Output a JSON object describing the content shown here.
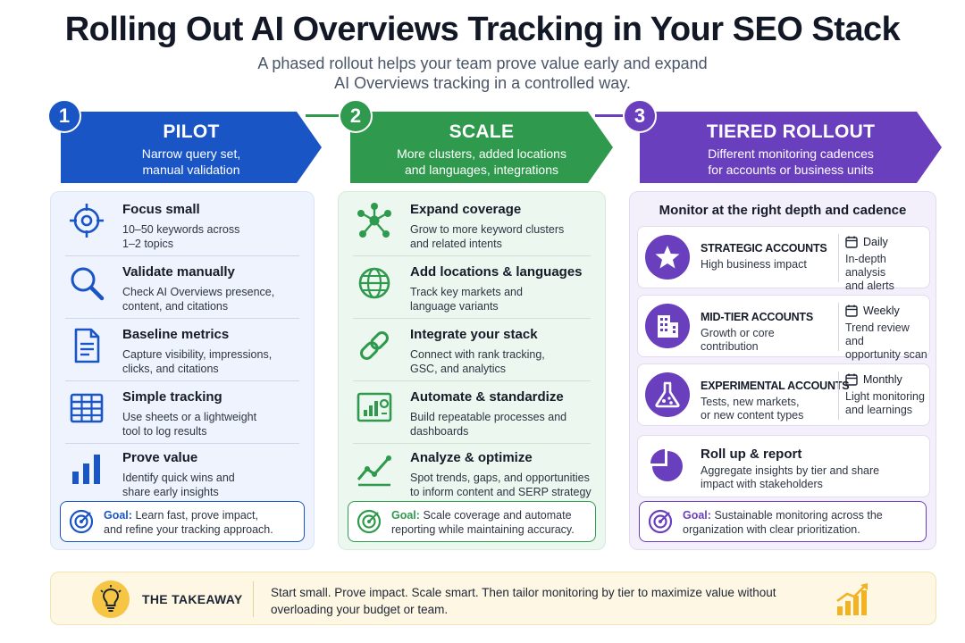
{
  "header": {
    "title": "Rolling Out AI Overviews Tracking in Your SEO Stack",
    "subtitle_lines": [
      "A phased rollout helps your team prove value early and expand",
      "AI Overviews tracking in a controlled way."
    ]
  },
  "colors": {
    "pilot": "#1a55c6",
    "scale": "#2f9a4d",
    "tiered": "#6a3fbe",
    "takeaway_bg": "#fdf7e4",
    "takeaway_accent": "#f6c544"
  },
  "phases": [
    {
      "number": "1",
      "title": "PILOT",
      "subtitle_lines": [
        "Narrow query set,",
        "manual validation"
      ],
      "items": [
        {
          "icon": "target-icon",
          "title": "Focus small",
          "text_lines": [
            "10–50 keywords across",
            "1–2 topics"
          ]
        },
        {
          "icon": "magnifier-icon",
          "title": "Validate manually",
          "text_lines": [
            "Check AI Overviews presence,",
            "content, and citations"
          ]
        },
        {
          "icon": "document-icon",
          "title": "Baseline metrics",
          "text_lines": [
            "Capture visibility, impressions,",
            "clicks, and citations"
          ]
        },
        {
          "icon": "grid-table-icon",
          "title": "Simple tracking",
          "text_lines": [
            "Use sheets or a lightweight",
            "tool to log results"
          ]
        },
        {
          "icon": "bar-chart-icon",
          "title": "Prove value",
          "text_lines": [
            "Identify quick wins and",
            "share early insights"
          ]
        }
      ],
      "goal": {
        "label": "Goal:",
        "text_lines": [
          "Learn fast, prove impact,",
          "and refine your tracking approach."
        ]
      }
    },
    {
      "number": "2",
      "title": "SCALE",
      "subtitle_lines": [
        "More clusters, added locations",
        "and languages, integrations"
      ],
      "items": [
        {
          "icon": "network-icon",
          "title": "Expand coverage",
          "text_lines": [
            "Grow to more keyword clusters",
            "and related intents"
          ]
        },
        {
          "icon": "globe-icon",
          "title": "Add locations & languages",
          "text_lines": [
            "Track key markets and",
            "language variants"
          ]
        },
        {
          "icon": "link-icon",
          "title": "Integrate your stack",
          "text_lines": [
            "Connect with rank tracking,",
            "GSC, and analytics"
          ]
        },
        {
          "icon": "dashboard-icon",
          "title": "Automate & standardize",
          "text_lines": [
            "Build repeatable processes and",
            "dashboards"
          ]
        },
        {
          "icon": "trend-line-icon",
          "title": "Analyze & optimize",
          "text_lines": [
            "Spot trends, gaps, and opportunities",
            "to inform content and SERP strategy"
          ]
        }
      ],
      "goal": {
        "label": "Goal:",
        "text_lines": [
          "Scale coverage and automate",
          "reporting while maintaining accuracy."
        ]
      }
    },
    {
      "number": "3",
      "title": "TIERED ROLLOUT",
      "subtitle_lines": [
        "Different monitoring cadences",
        "for accounts or business units"
      ],
      "heading": "Monitor at the right depth and cadence",
      "tiers": [
        {
          "icon": "star-icon",
          "name": "STRATEGIC ACCOUNTS",
          "desc_lines": [
            "High business impact"
          ],
          "frequency": "Daily",
          "note_lines": [
            "In-depth analysis",
            "and alerts"
          ]
        },
        {
          "icon": "building-icon",
          "name": "MID-TIER ACCOUNTS",
          "desc_lines": [
            "Growth or core",
            "contribution"
          ],
          "frequency": "Weekly",
          "note_lines": [
            "Trend review and",
            "opportunity scan"
          ]
        },
        {
          "icon": "flask-icon",
          "name": "EXPERIMENTAL ACCOUNTS",
          "desc_lines": [
            "Tests, new markets,",
            "or new content types"
          ],
          "frequency": "Monthly",
          "note_lines": [
            "Light monitoring",
            "and learnings"
          ]
        }
      ],
      "rollup": {
        "icon": "pie-chart-icon",
        "title": "Roll up & report",
        "desc_lines": [
          "Aggregate insights by tier and share",
          "impact with stakeholders"
        ]
      },
      "goal": {
        "label": "Goal:",
        "text_lines": [
          "Sustainable monitoring across the",
          "organization with clear prioritization."
        ]
      }
    }
  ],
  "takeaway": {
    "icon": "lightbulb-icon",
    "label": "THE TAKEAWAY",
    "text_lines": [
      "Start small. Prove impact. Scale smart. Then tailor monitoring by tier to maximize value without",
      "overloading your budget or team."
    ],
    "chart_icon": "growth-chart-icon"
  }
}
